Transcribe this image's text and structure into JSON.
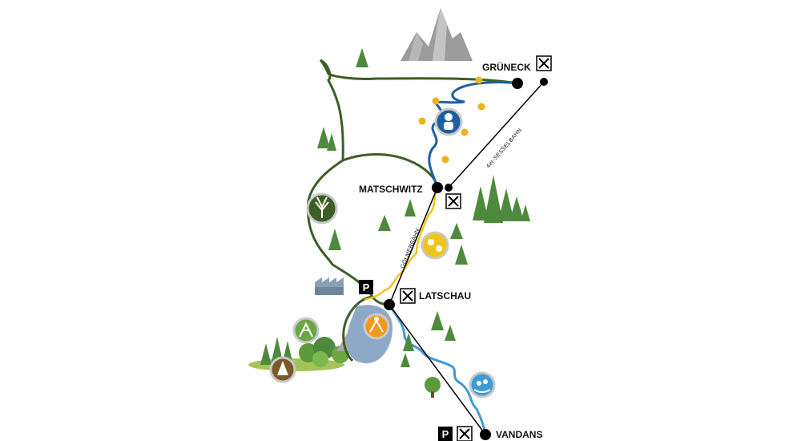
{
  "places": {
    "grueneck": "GRÜNECK",
    "matschwitz": "MATSCHWITZ",
    "latschau": "LATSCHAU",
    "vandans": "VANDANS"
  },
  "lifts": {
    "golmerbahn": "GOLMERBAHN",
    "sesselbahn": "4er-SESSELBAHN"
  },
  "parking_label": "P",
  "colors": {
    "hiking_trail": "#3d5e25",
    "blue_trail": "#1d5fa0",
    "light_blue_trail": "#3f9ad6",
    "yellow_trail": "#f0c419",
    "lake": "#8ea9c8",
    "tree": "#4e8a3d",
    "mountain": "#9a9a9a",
    "station": "#000000"
  },
  "icons": {
    "tree_badge": "tree-icon",
    "kids_badge": "child-adventure-icon",
    "yellow_badge": "fun-park-icon",
    "orange_badge": "lake-activity-icon",
    "green_badge": "climbing-park-icon",
    "brown_badge": "forest-playground-icon",
    "blue_badge": "rafting-icon",
    "restaurant": "fork-knife-icon",
    "flower": "flower-icon"
  }
}
